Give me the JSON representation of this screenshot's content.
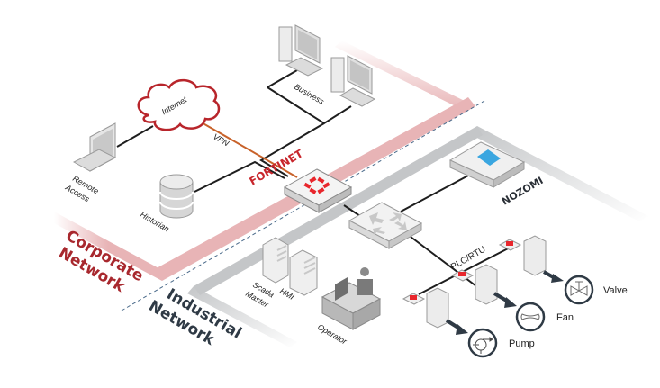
{
  "diagram": {
    "zones": {
      "corporate": {
        "line1": "Corporate",
        "line2": "Network",
        "color": "#a8282e"
      },
      "industrial": {
        "line1": "Industrial",
        "line2": "Network",
        "color": "#2f3a45"
      }
    },
    "brands": {
      "firewall": "FORTINET",
      "monitor": "NOZOMI",
      "firewall_color": "#e8262c"
    },
    "nodes": {
      "internet": "Internet",
      "remote_access_l1": "Remote",
      "remote_access_l2": "Access",
      "historian": "Historian",
      "business": "Business",
      "vpn": "VPN",
      "scada_l1": "Scada",
      "scada_l2": "Master",
      "hmi": "HMI",
      "operator": "Operator",
      "plc_rtu": "PLC/RTU"
    },
    "field_devices": {
      "valve": "Valve",
      "fan": "Fan",
      "pump": "Pump"
    },
    "colors": {
      "corporate_band": "#e8b4b6",
      "industrial_band": "#c4c6c8",
      "vpn_line": "#c8622a",
      "link": "#1e1e1e",
      "divider": "#4a6a8a"
    }
  }
}
